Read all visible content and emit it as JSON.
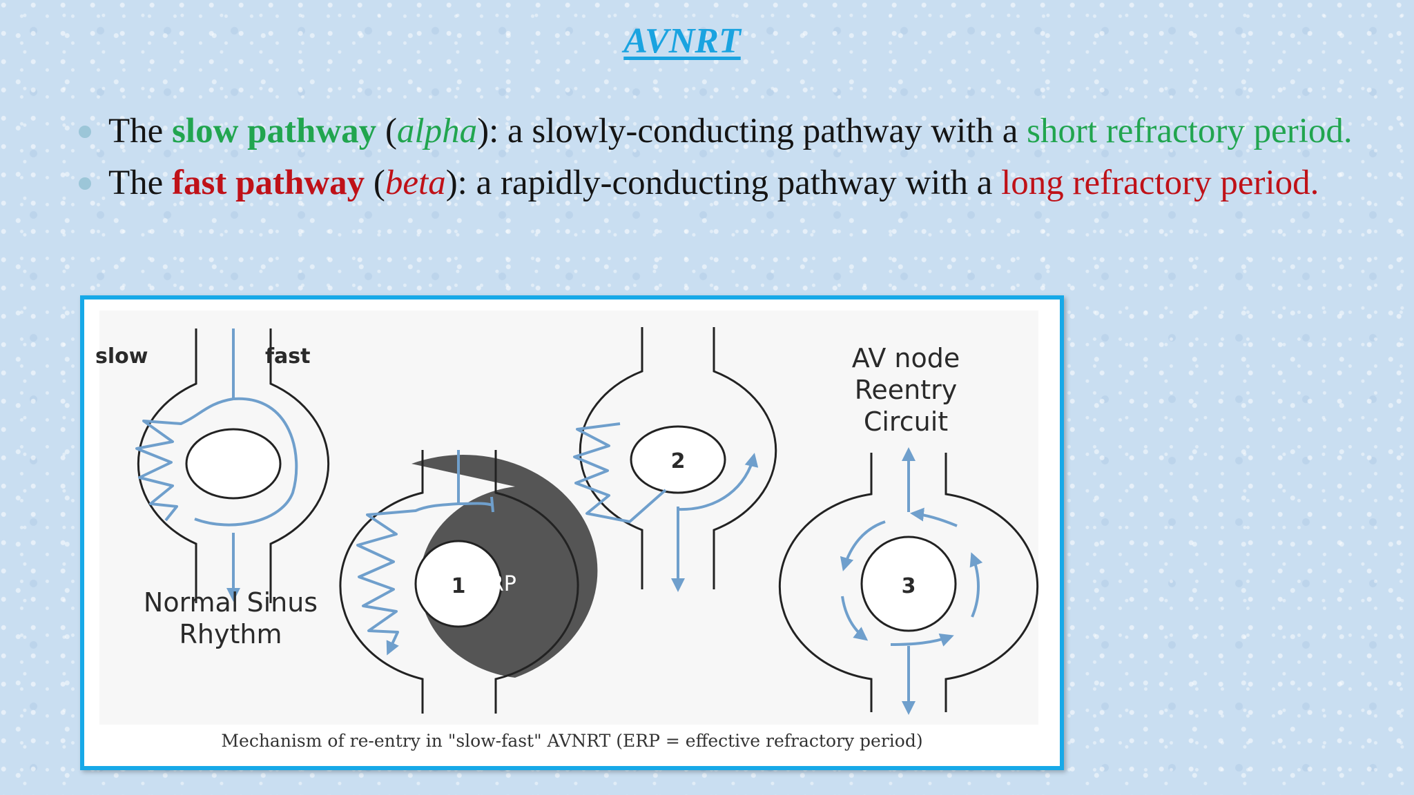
{
  "slide": {
    "title": "AVNRT",
    "bullets": [
      {
        "prefix": "The ",
        "term": "slow pathway",
        "open_paren": " (",
        "greek": "alpha",
        "close_paren": "):",
        "description": "  a slowly-conducting pathway with a ",
        "highlight": "short refractory period."
      },
      {
        "prefix": "The ",
        "term": "fast pathway",
        "open_paren": " (",
        "greek": "beta",
        "close_paren": "):",
        "description": "  a rapidly-conducting pathway with a ",
        "highlight": "long refractory period."
      }
    ]
  },
  "figure": {
    "label_slow": "slow",
    "label_fast": "fast",
    "label_normal_1": "Normal Sinus",
    "label_normal_2": "Rhythm",
    "step_1": "1",
    "label_erp": "ERP",
    "step_2": "2",
    "step_3": "3",
    "label_av_1": "AV node",
    "label_av_2": "Reentry",
    "label_av_3": "Circuit",
    "caption": "Mechanism of re-entry in \"slow-fast\" AVNRT (ERP = effective refractory period)"
  },
  "colors": {
    "title": "#1aa3e0",
    "slow_highlight": "#21a54f",
    "fast_highlight": "#bf1118",
    "frame_border": "#17a9e8",
    "arrow_blue": "#6f9fcc",
    "erp_fill": "#555555"
  }
}
